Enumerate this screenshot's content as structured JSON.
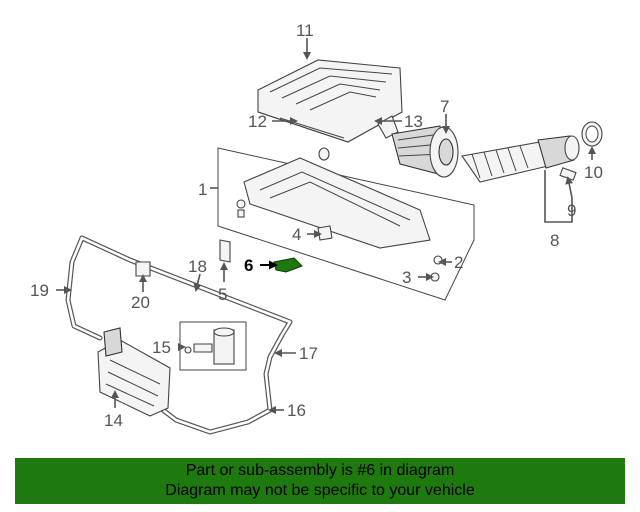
{
  "diagram": {
    "callouts": [
      "1",
      "2",
      "3",
      "4",
      "5",
      "6",
      "7",
      "8",
      "9",
      "10",
      "11",
      "12",
      "13",
      "14",
      "15",
      "16",
      "17",
      "18",
      "19",
      "20"
    ],
    "highlighted_callout": "6",
    "highlight_color": "#1e7a0e"
  },
  "banner": {
    "line1": "Part or sub-assembly is #6 in diagram",
    "line2": "Diagram may not be specific to your vehicle",
    "background": "#1e7a0e"
  }
}
